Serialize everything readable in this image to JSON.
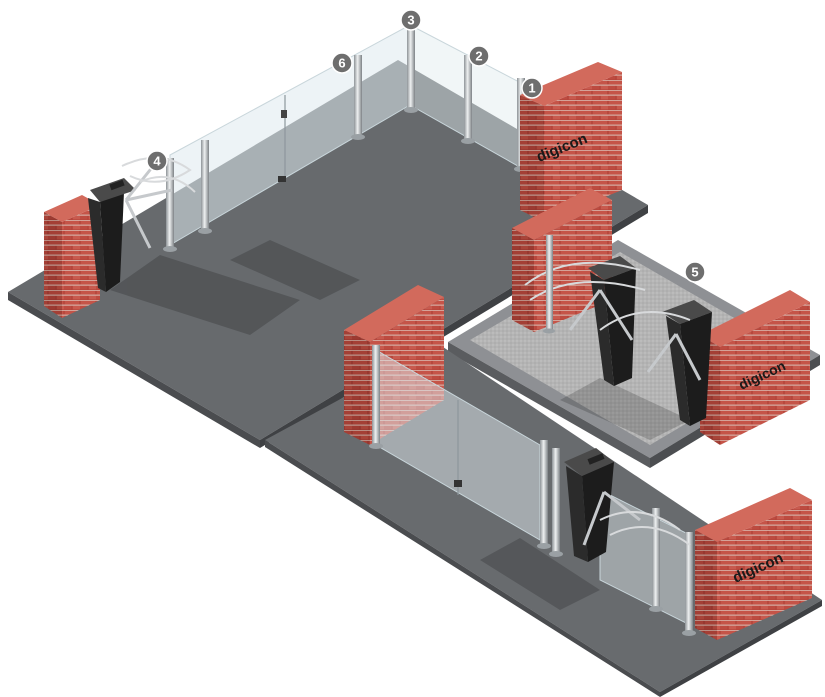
{
  "brand": "digicon",
  "callouts": [
    "1",
    "2",
    "3",
    "4",
    "5",
    "6"
  ],
  "colors": {
    "floor": "#6a6c6f",
    "floor_side": "#55575a",
    "mat": "#b9b9b9",
    "brick": "#b5443a",
    "brick_light": "#c85a4e",
    "mortar": "#e6d8d0",
    "glass": "#dfeaee",
    "post": "#bfc3c6",
    "turnstile_body": "#1c1c1c",
    "badge": "#6e6e6e"
  }
}
